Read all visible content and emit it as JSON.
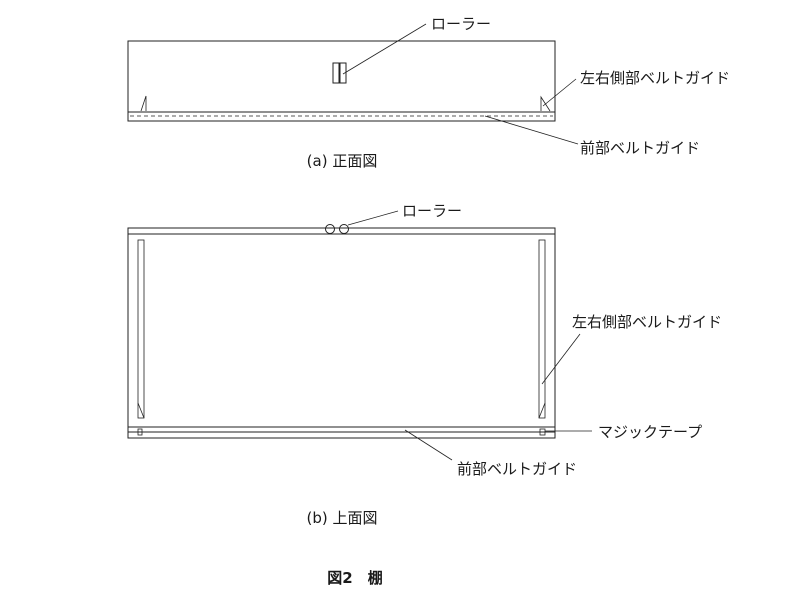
{
  "front_view": {
    "roller_label": "ローラー",
    "side_guide_label": "左右側部ベルトガイド",
    "front_guide_label": "前部ベルトガイド",
    "caption": "(a) 正面図"
  },
  "top_view": {
    "roller_label": "ローラー",
    "side_guide_label": "左右側部ベルトガイド",
    "velcro_label": "マジックテープ",
    "front_guide_label": "前部ベルトガイド",
    "caption": "(b) 上面図"
  },
  "figure_title": "図2　棚"
}
